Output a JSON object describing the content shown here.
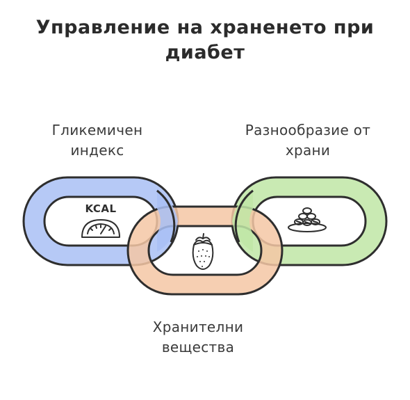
{
  "title": {
    "line1": "Управление на храненето при",
    "line2": "диабет"
  },
  "nodes": {
    "glycemic_index": {
      "line1": "Гликемичен",
      "line2": "индекс",
      "icon": "kcal-scale-icon",
      "icon_text": "KCAL",
      "color": "#a9bff5"
    },
    "variety": {
      "line1": "Разнообразие от",
      "line2": "храни",
      "icon": "food-plate-icon",
      "color": "#bfe6a6"
    },
    "nutrients": {
      "line1": "Хранителни",
      "line2": "вещества",
      "icon": "strawberry-icon",
      "color": "#f5c7a4"
    }
  },
  "colors": {
    "outline": "#2e2e2e",
    "text": "#3a3a3a",
    "background": "#ffffff"
  }
}
